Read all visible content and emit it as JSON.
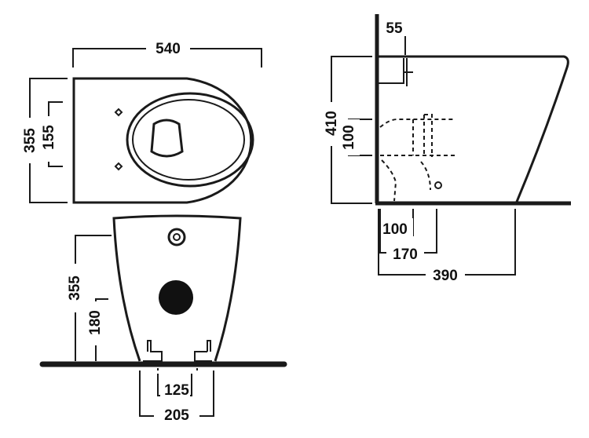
{
  "drawing": {
    "top_view": {
      "width_label": "540",
      "depth_label": "355",
      "hole_spacing_label": "155"
    },
    "front_view": {
      "height_label": "355",
      "waste_height_label": "180",
      "fixing_inner_label": "125",
      "fixing_outer_label": "205"
    },
    "side_view": {
      "inlet_offset_label": "55",
      "total_height_label": "410",
      "fixing_height_label": "100",
      "waste_offset_label": "100",
      "fixing_depth_label": "170",
      "projection_label": "390"
    }
  }
}
